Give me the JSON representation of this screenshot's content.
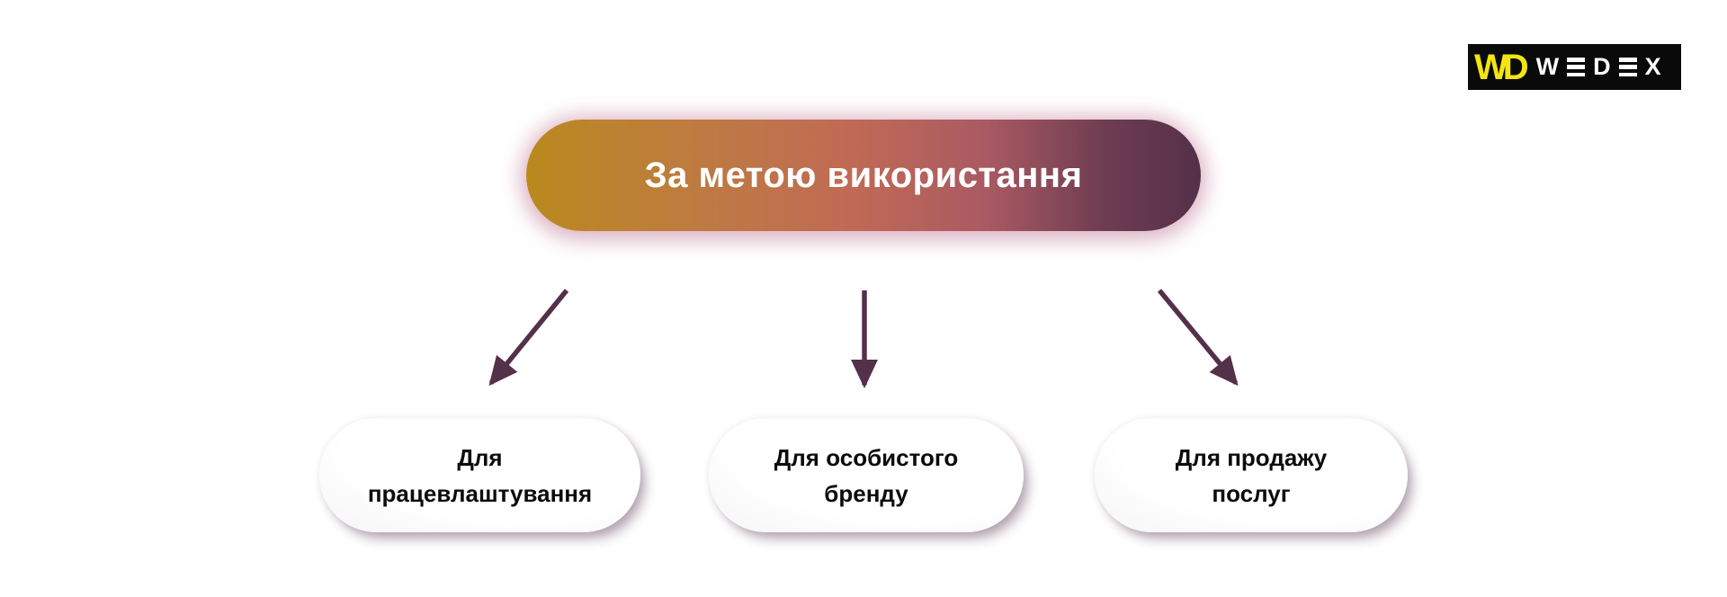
{
  "header": {
    "label": "За метою використання",
    "gradient": [
      "#BA891E",
      "#C06A55",
      "#AA5A62",
      "#54304A"
    ],
    "text_color": "#ffffff"
  },
  "nodes": [
    {
      "line1": "Для",
      "line2": "працевлаштування"
    },
    {
      "line1": "Для особистого",
      "line2": "бренду"
    },
    {
      "line1": "Для продажу",
      "line2": "послуг"
    }
  ],
  "arrows": {
    "color": "#55304A",
    "count": 3
  },
  "logo": {
    "monogram": "WD",
    "letters": [
      "W",
      "E",
      "D",
      "E",
      "X"
    ],
    "background": "#0a0a0a",
    "monogram_color": "#F2E512",
    "letters_color": "#ffffff"
  }
}
